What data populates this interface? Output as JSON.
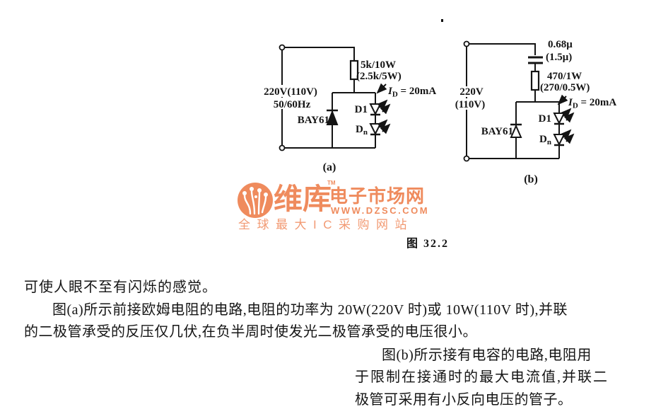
{
  "figure": {
    "caption": "图 32.2",
    "circuit_a": {
      "source_line1": "220V(110V)",
      "source_line2": "50/60Hz",
      "resistor_line1": "5k/10W",
      "resistor_line2": "(2.5k/5W)",
      "diode_label": "BAY61",
      "led1_label": "D1",
      "ledn_label": {
        "main": "D",
        "sub": "n"
      },
      "current": {
        "i": "I",
        "sub": "D",
        "rest": " = 20mA"
      },
      "sub_caption": "(a)"
    },
    "circuit_b": {
      "source_line1": "220V",
      "source_line2": "(110V)",
      "cap_line1": "0.68μ",
      "cap_line2": "(1.5μ)",
      "resistor_line1": "470/1W",
      "resistor_line2": "(270/0.5W)",
      "diode_label": "BAY61",
      "led1_label": "D1",
      "ledn_label": {
        "main": "D",
        "sub": "n"
      },
      "current": {
        "i": "I",
        "sub": "D",
        "rest": " = 20mA"
      },
      "sub_caption": "(b)"
    }
  },
  "watermark": {
    "brand": "维库",
    "brand_suffix": "电子市场网",
    "tm": "TM",
    "url": "WWW.DZSC.COM",
    "slogan": "全球最大IC采购网站",
    "color": "#ef8b5d"
  },
  "body_text": {
    "line1": "可使人眼不至有闪烁的感觉。",
    "line2": "图(a)所示前接欧姆电阻的电路,电阻的功率为 20W(220V 时)或 10W(110V 时),并联",
    "line3": "的二极管承受的反压仅几伏,在负半周时使发光二极管承受的电压很小。",
    "line4": "图(b)所示接有电容的电路,电阻用",
    "line5": "于限制在接通时的最大电流值,并联二",
    "line6": "极管可采用有小反向电压的管子。"
  }
}
